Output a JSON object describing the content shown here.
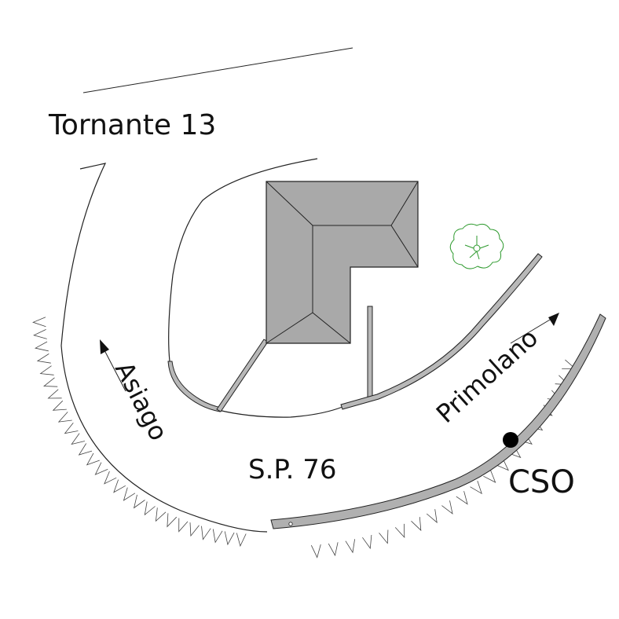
{
  "map": {
    "labels": {
      "hairpin": "Tornante 13",
      "road": "S.P. 76",
      "direction_left": "Asiago",
      "direction_right": "Primolano",
      "site": "CSO"
    },
    "colors": {
      "background": "#ffffff",
      "line": "#222222",
      "building_fill": "#a9a9a9",
      "wall_fill": "#b8b8b8",
      "tree": "#2e9a2e",
      "marker": "#000000"
    }
  }
}
